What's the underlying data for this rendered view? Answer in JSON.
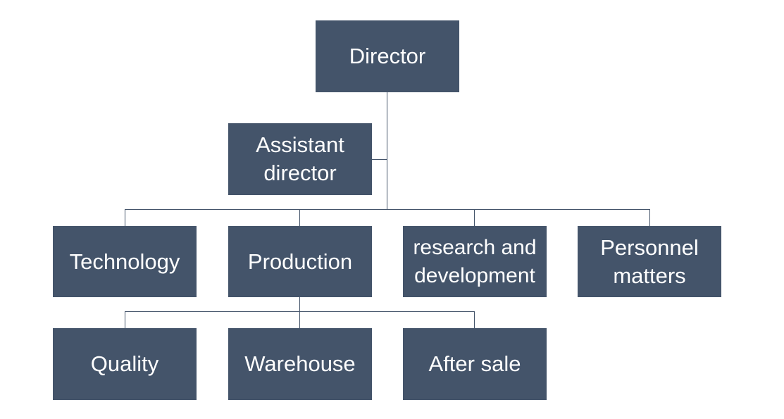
{
  "org_chart": {
    "director": {
      "label": "Director"
    },
    "assistant": {
      "label": "Assistant director"
    },
    "departments": [
      {
        "label": "Technology"
      },
      {
        "label": "Production"
      },
      {
        "label": "research and development"
      },
      {
        "label": "Personnel matters"
      }
    ],
    "production_units": [
      {
        "label": "Quality"
      },
      {
        "label": "Warehouse"
      },
      {
        "label": "After sale"
      }
    ]
  },
  "colors": {
    "node_fill": "#44546a",
    "node_text": "#ffffff",
    "connector": "#44546a",
    "background": "#ffffff"
  }
}
